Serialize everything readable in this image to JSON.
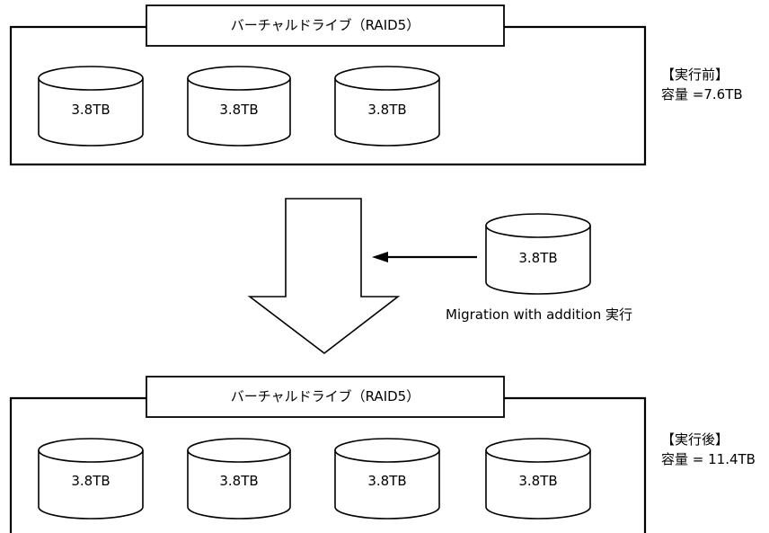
{
  "before": {
    "title": "バーチャルドライブ（RAID5）",
    "disks": [
      "3.8TB",
      "3.8TB",
      "3.8TB"
    ],
    "note_title": "【実行前】",
    "note_capacity": "容量 =7.6TB"
  },
  "action": {
    "added_disk": "3.8TB",
    "caption": "Migration with addition 実行"
  },
  "after": {
    "title": "バーチャルドライブ（RAID5）",
    "disks": [
      "3.8TB",
      "3.8TB",
      "3.8TB",
      "3.8TB"
    ],
    "note_title": "【実行後】",
    "note_capacity": "容量 = 11.4TB"
  }
}
